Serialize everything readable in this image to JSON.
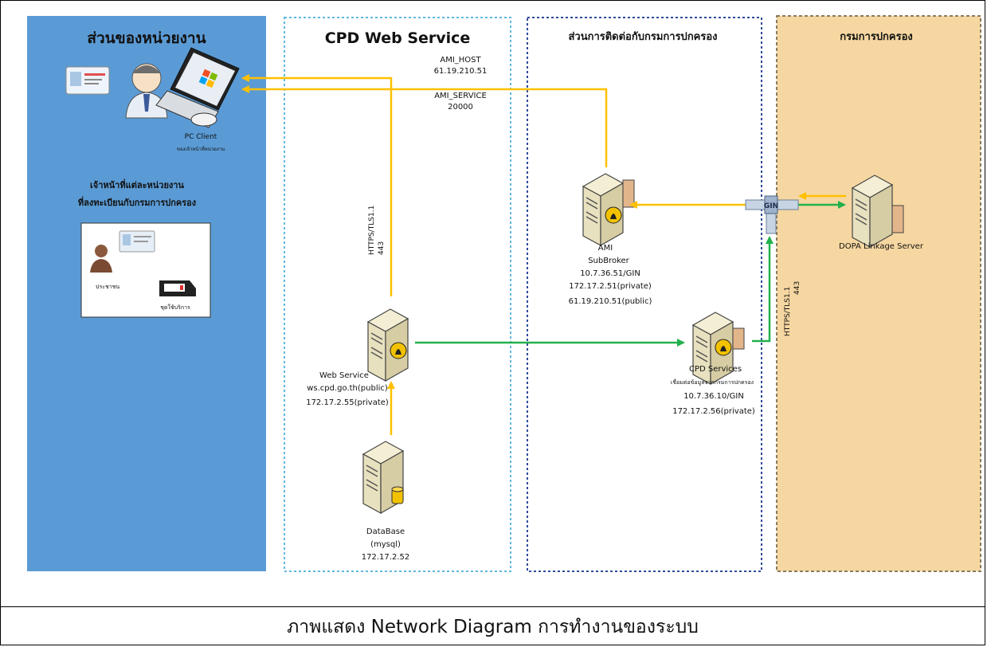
{
  "zones": {
    "agency": {
      "title": "ส่วนของหน่วยงาน",
      "officer_label_line1": "เจ้าหน้าที่แต่ละหน่วยงาน",
      "officer_label_line2": "ที่ลงทะเบียนกับกรมการปกครอง",
      "citizen_label": "ประชาชน",
      "reader_label": "ชุดใช้บริการ",
      "pc_label": "PC Client",
      "pc_sublabel": "ของเจ้าหน้าที่หน่วยงาน"
    },
    "cpd": {
      "title": "CPD Web Service"
    },
    "connect": {
      "title": "ส่วนการติดต่อกับกรมการปกครอง"
    },
    "dopa": {
      "title": "กรมการปกครอง"
    }
  },
  "annotations": {
    "ami_host": [
      "AMI_HOST",
      "61.19.210.51"
    ],
    "ami_service": [
      "AMI_SERVICE",
      "20000"
    ],
    "https_left": [
      "HTTPS/TLS1.1",
      "443"
    ],
    "https_right": [
      "HTTPS/TLS1.1",
      "443"
    ],
    "gin": "GIN"
  },
  "nodes": {
    "webservice": [
      "Web Service",
      "ws.cpd.go.th(public)",
      "172.17.2.55(private)"
    ],
    "database": [
      "DataBase",
      "(mysql)",
      "172.17.2.52"
    ],
    "ami": [
      "AMI",
      "SubBroker",
      "10.7.36.51/GIN",
      "172.17.2.51(private)",
      "61.19.210.51(public)"
    ],
    "cpd_services": [
      "CPD Services",
      "เชื่อมต่อข้อมูลจากกรมการปกครอง",
      "10.7.36.10/GIN",
      "172.17.2.56(private)"
    ],
    "dopa_server": [
      "DOPA Linkage Server"
    ]
  },
  "colors": {
    "agency_fill": "#5b9bd5",
    "cpd_border": "#5fb8e0",
    "connect_border": "#2f4a9a",
    "dopa_fill": "#f6d7a1",
    "yellow_link": "#ffc000",
    "green_link": "#22b14c"
  },
  "caption": "ภาพแสดง Network Diagram การทำงานของระบบ"
}
